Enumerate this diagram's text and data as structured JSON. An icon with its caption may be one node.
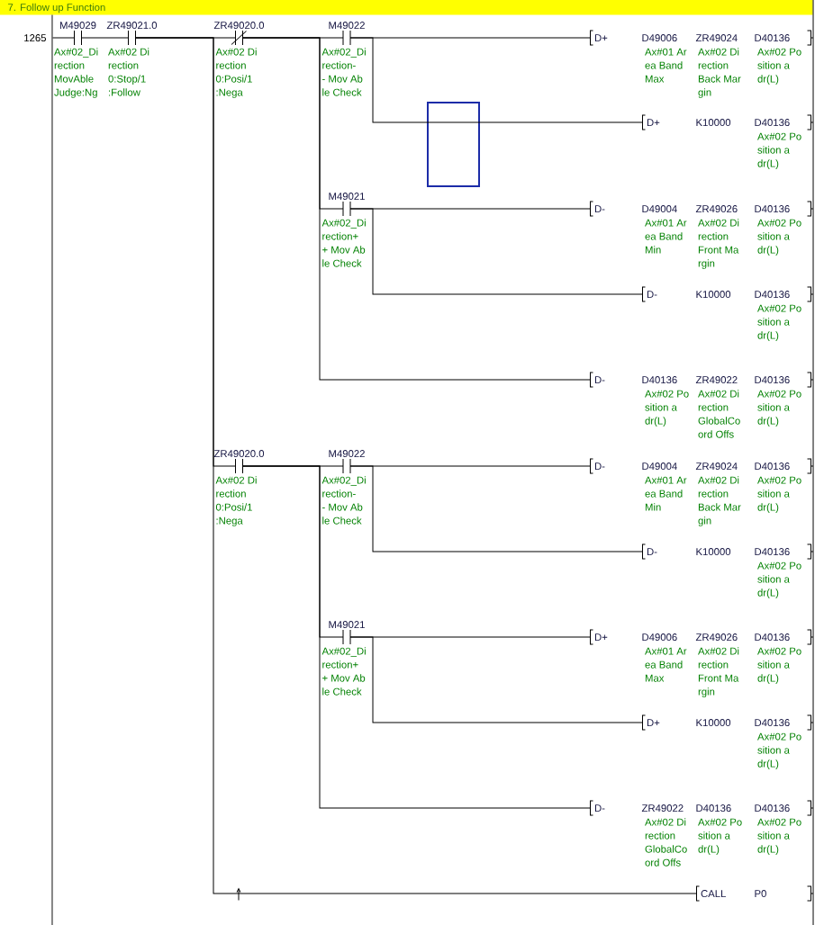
{
  "diagram": {
    "title": "7. Follow up Function",
    "nodes": [
      {
        "text": [],
        "shape": "bar"
      },
      {
        "text": [
          "M49029",
          "Ax#02_Di rection MovAble Judge:Ng"
        ]
      },
      {
        "text": [
          "ZR49021.0",
          "Ax#02 Di rection 0:Stop/1 :Follow"
        ]
      },
      {
        "text": [
          "ZR49020.0",
          "Ax#02 Di rection 0:Posi/1 :Nega"
        ]
      },
      {
        "text": [
          "M49022",
          "Ax#02_Di rection- - Mov Ab le Check"
        ]
      },
      {
        "text": [
          "D+",
          "D49006",
          "Ax#01 Ar ea Band Max",
          "ZR49024",
          "Ax#02 Di rection Back Mar gin",
          "D40136",
          "Ax#02 Po sition a dr(L)"
        ]
      },
      {
        "text": [
          "D+",
          "K10000",
          "D40136",
          "Ax#02 Po sition a dr(L)"
        ]
      },
      {
        "text": [
          "M49021",
          "Ax#02_Di rection+ + Mov Ab le Check"
        ]
      },
      {
        "text": [
          "D-",
          "D49004",
          "Ax#01 Ar ea Band Min",
          "ZR49026",
          "Ax#02 Di rection Front Ma rgin",
          "D40136",
          "Ax#02 Po sition a dr(L)"
        ]
      },
      {
        "text": [
          "D-",
          "K10000",
          "D40136",
          "Ax#02 Po sition a dr(L)"
        ]
      },
      {
        "text": [
          "D-",
          "D40136",
          "Ax#02 Po sition a dr(L)",
          "ZR49022",
          "Ax#02 Di rection GlobalCo ord Offs",
          "D40136",
          "Ax#02 Po sition a dr(L)"
        ]
      },
      {
        "text": [
          "ZR49020.0",
          "Ax#02 Di rection 0:Posi/1 :Nega"
        ]
      },
      {
        "text": [
          "M49022",
          "Ax#02_Di rection- - Mov Ab le Check"
        ]
      },
      {
        "text": [
          "D-",
          "D49004",
          "Ax#01 Ar ea Band Min",
          "ZR49024",
          "Ax#02 Di rection Back Mar gin",
          "D40136",
          "Ax#02 Po sition a dr(L)"
        ]
      },
      {
        "text": [
          "D-",
          "K10000",
          "D40136",
          "Ax#02 Po sition a dr(L)"
        ]
      },
      {
        "text": [
          "M49021",
          "Ax#02_Di rection+ + Mov Ab le Check"
        ]
      },
      {
        "text": [
          "D+",
          "D49006",
          "Ax#01 Ar ea Band Max",
          "ZR49026",
          "Ax#02 Di rection Front Ma rgin",
          "D40136",
          "Ax#02 Po sition a dr(L)"
        ]
      },
      {
        "text": [
          "D+",
          "K10000",
          "D40136",
          "Ax#02 Po sition a dr(L)"
        ]
      },
      {
        "text": [
          "D-",
          "ZR49022",
          "Ax#02 Di rection GlobalCo ord Offs",
          "D40136",
          "Ax#02 Po sition a dr(L)",
          "D40136",
          "Ax#02 Po sition a dr(L)"
        ]
      },
      {
        "text": [
          "CALL",
          "P0"
        ]
      }
    ],
    "edges": [
      {
        "from": 0,
        "to": 1,
        "arrow": "none"
      },
      {
        "from": 1,
        "to": 2,
        "arrow": "none"
      },
      {
        "from": 2,
        "to": 3,
        "arrow": "none"
      },
      {
        "from": 3,
        "to": 4,
        "arrow": "none"
      },
      {
        "from": 4,
        "to": 5,
        "arrow": "none"
      },
      {
        "from": 4,
        "to": 6,
        "arrow": "none"
      },
      {
        "from": 3,
        "to": 7,
        "arrow": "none"
      },
      {
        "from": 7,
        "to": 8,
        "arrow": "none"
      },
      {
        "from": 7,
        "to": 9,
        "arrow": "none"
      },
      {
        "from": 3,
        "to": 10,
        "arrow": "none"
      },
      {
        "from": 2,
        "to": 11,
        "arrow": "none"
      },
      {
        "from": 11,
        "to": 12,
        "arrow": "none"
      },
      {
        "from": 12,
        "to": 13,
        "arrow": "none"
      },
      {
        "from": 12,
        "to": 14,
        "arrow": "none"
      },
      {
        "from": 11,
        "to": 15,
        "arrow": "none"
      },
      {
        "from": 15,
        "to": 16,
        "arrow": "none"
      },
      {
        "from": 15,
        "to": 17,
        "arrow": "none"
      },
      {
        "from": 11,
        "to": 18,
        "arrow": "none"
      },
      {
        "from": 2,
        "to": 19,
        "arrow": "none"
      }
    ],
    "labels": [
      "1265"
    ]
  }
}
